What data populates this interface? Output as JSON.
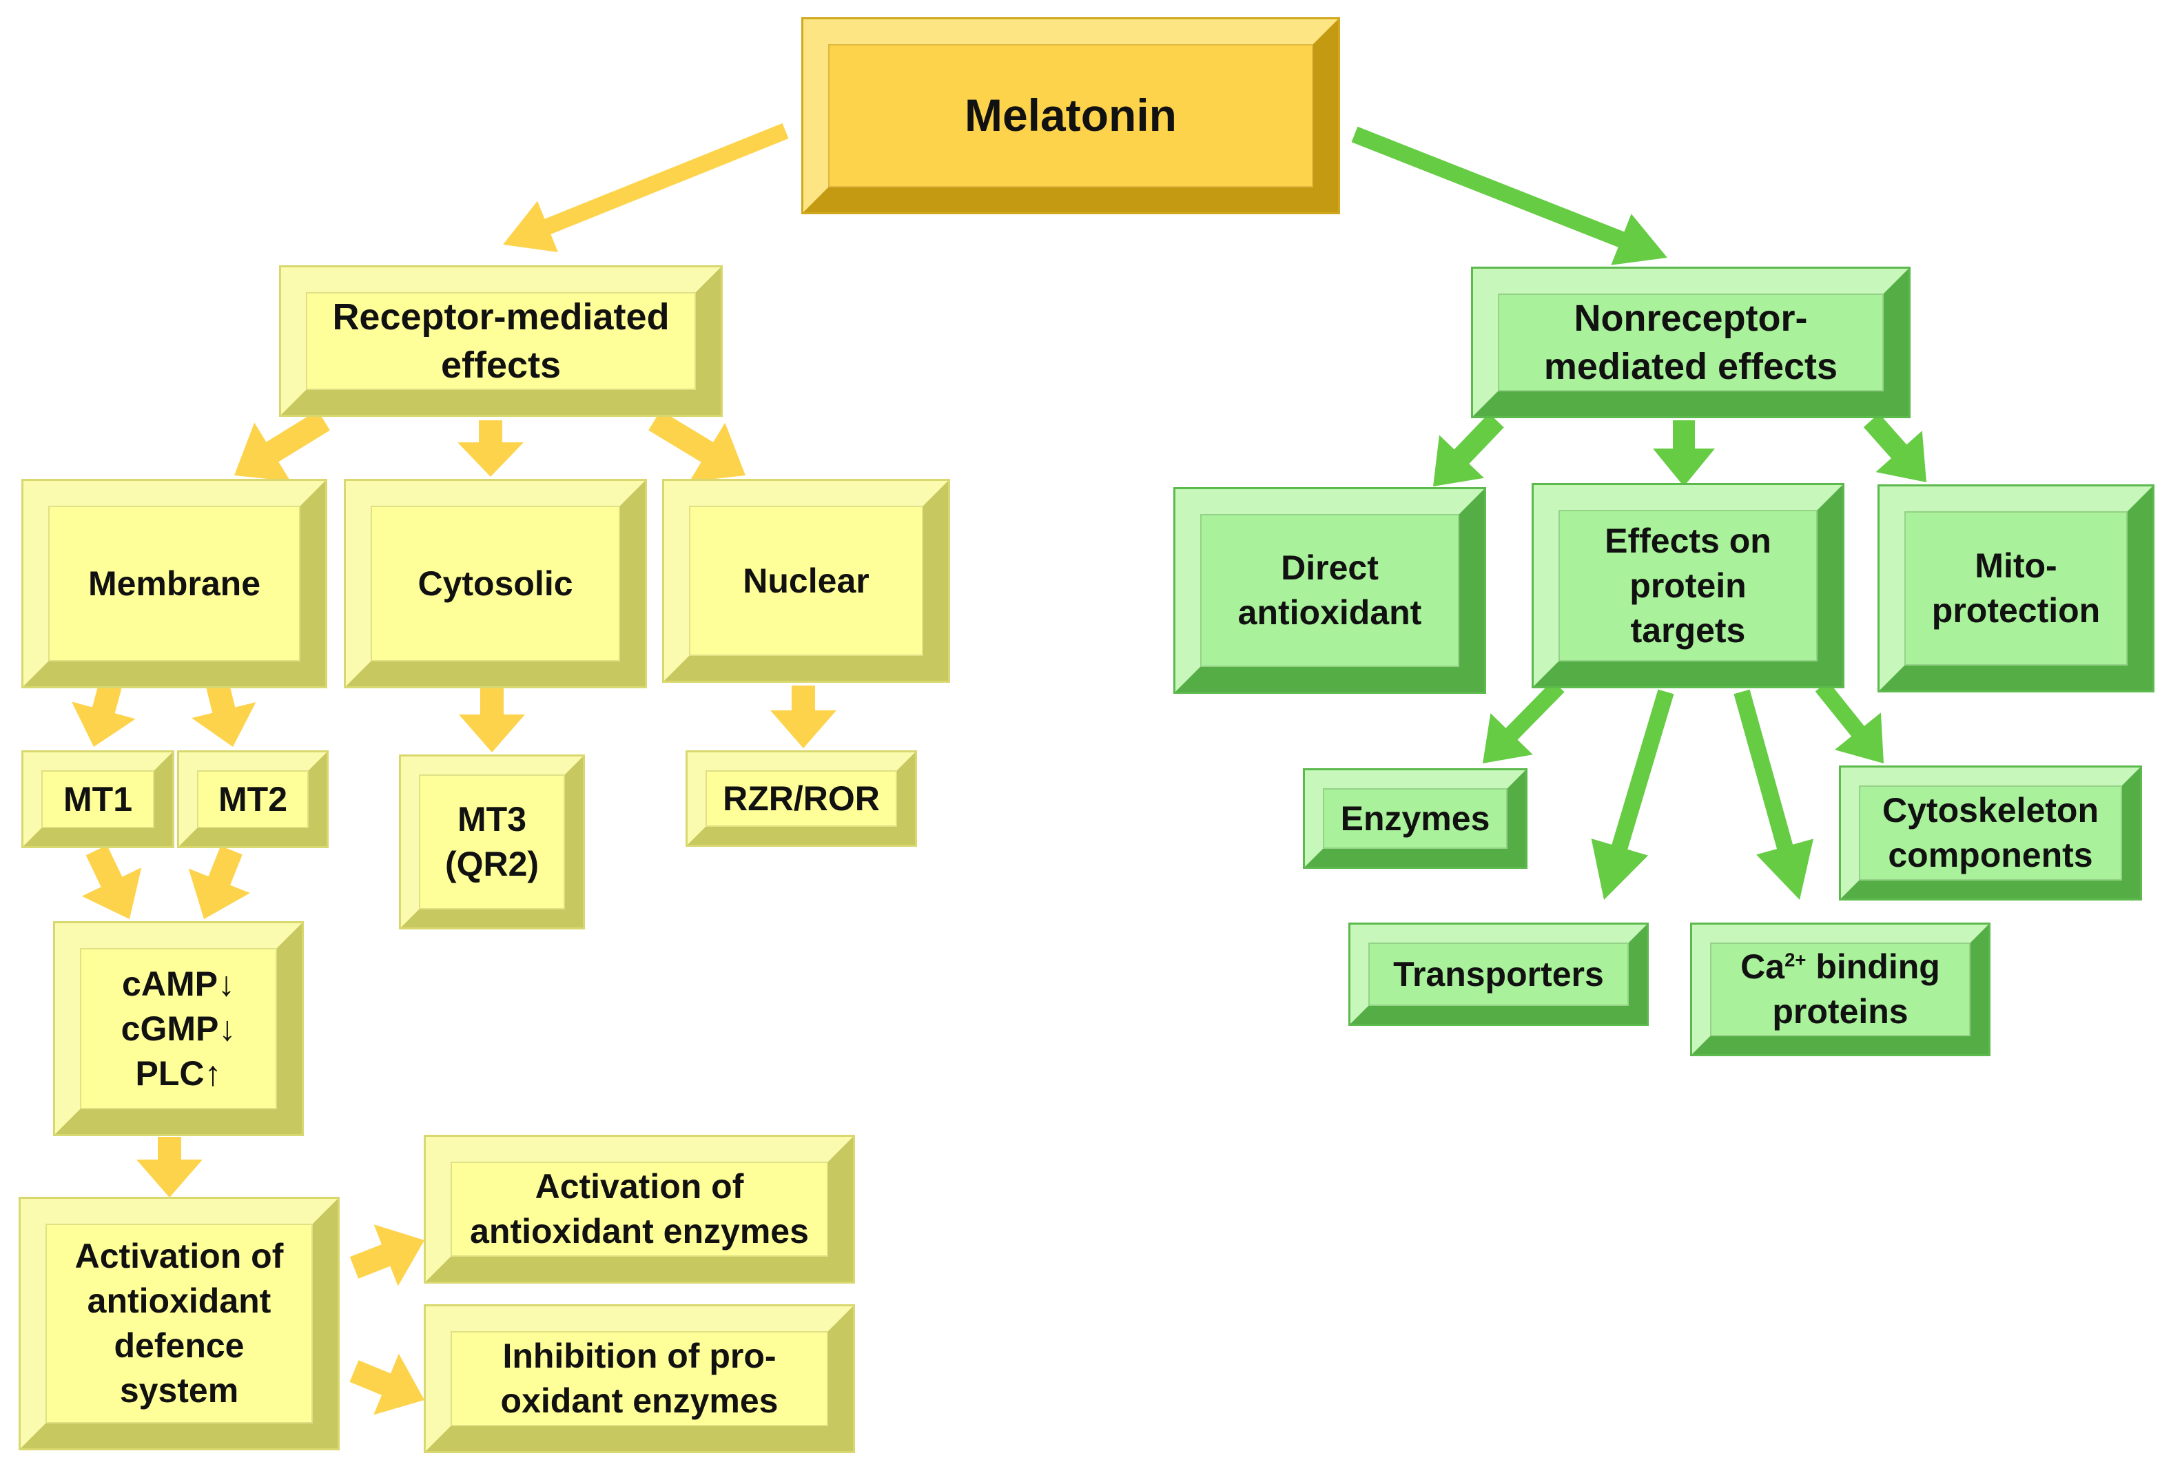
{
  "colors": {
    "yellow_fill": "#ffff99",
    "gold_fill": "#fdd34b",
    "green_fill": "#a9f19a",
    "yellow_arrow": "#fdd34b",
    "green_arrow": "#66cc44"
  },
  "nodes": {
    "melatonin": {
      "lines": [
        "Melatonin"
      ]
    },
    "receptor": {
      "lines": [
        "Receptor-mediated",
        "effects"
      ]
    },
    "nonreceptor": {
      "lines": [
        "Nonreceptor-",
        "mediated effects"
      ]
    },
    "membrane": {
      "lines": [
        "Membrane"
      ]
    },
    "cytosolic": {
      "lines": [
        "Cytosolic"
      ]
    },
    "nuclear": {
      "lines": [
        "Nuclear"
      ]
    },
    "mt1": {
      "lines": [
        "MT1"
      ]
    },
    "mt2": {
      "lines": [
        "MT2"
      ]
    },
    "mt3": {
      "lines": [
        "MT3",
        "(QR2)"
      ]
    },
    "rzr": {
      "lines": [
        "RZR/ROR"
      ]
    },
    "camp": {
      "lines": [
        "cAMP↓",
        "cGMP↓",
        "PLC↑"
      ]
    },
    "defence": {
      "lines": [
        "Activation of",
        "antioxidant",
        "defence",
        "system"
      ]
    },
    "act_enzymes": {
      "lines": [
        "Activation of",
        "antioxidant enzymes"
      ]
    },
    "inh_enzymes": {
      "lines": [
        "Inhibition of pro-",
        "oxidant enzymes"
      ]
    },
    "direct": {
      "lines": [
        "Direct",
        "antioxidant"
      ]
    },
    "protein": {
      "lines": [
        "Effects on",
        "protein",
        "targets"
      ]
    },
    "mito": {
      "lines": [
        "Mito-",
        "protection"
      ]
    },
    "enzymes": {
      "lines": [
        "Enzymes"
      ]
    },
    "transporters": {
      "lines": [
        "Transporters"
      ]
    },
    "ca": {
      "prefix": "Ca",
      "sup": "2+",
      "suffix": " binding",
      "line2": "proteins"
    },
    "cyto": {
      "lines": [
        "Cytoskeleton",
        "components"
      ]
    }
  }
}
